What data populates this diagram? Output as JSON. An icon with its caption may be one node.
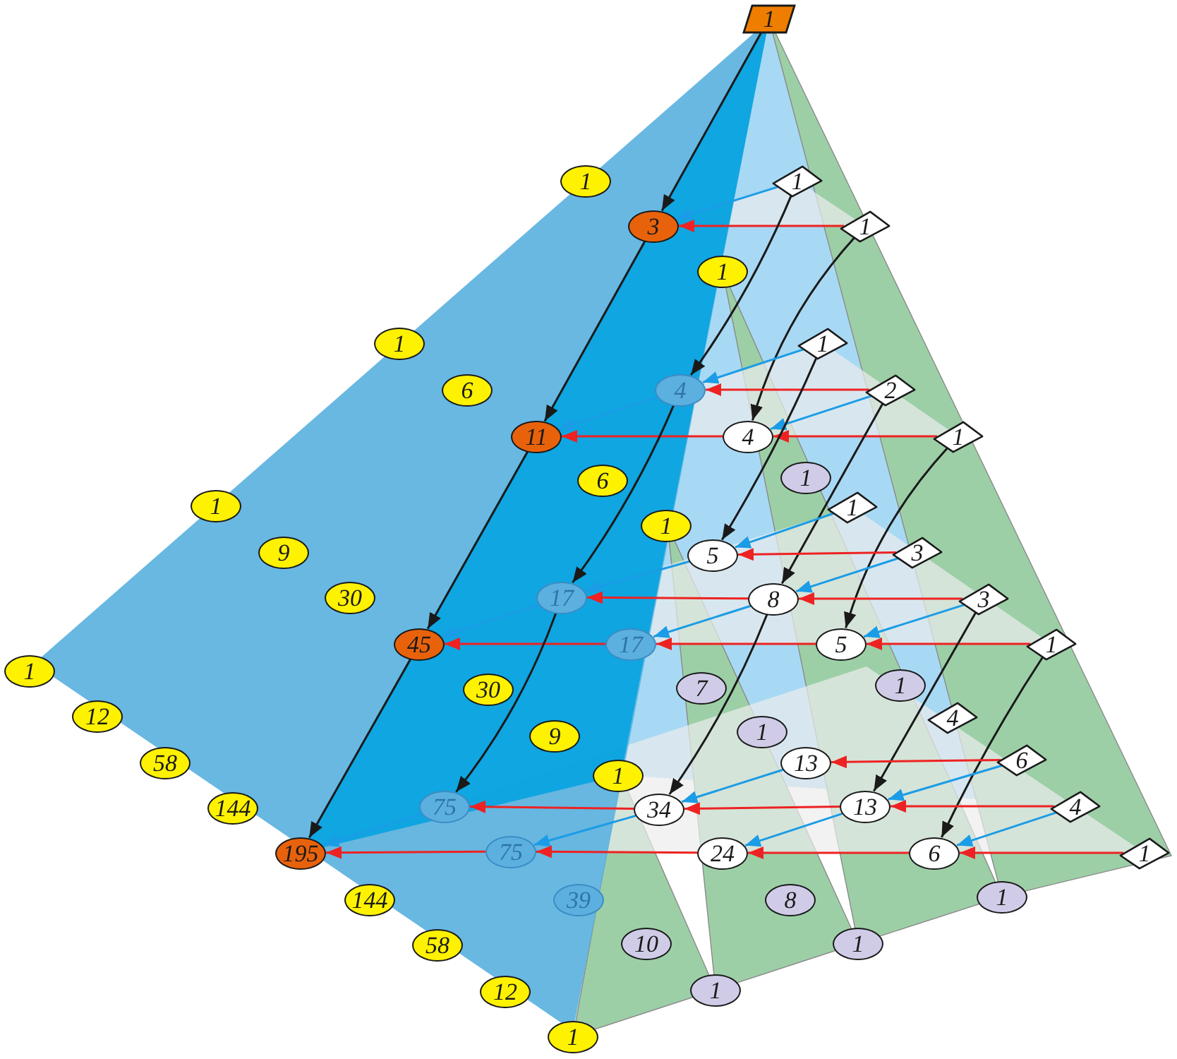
{
  "diagram": {
    "nodes": [
      {
        "text": [
          "1"
        ]
      },
      {
        "text": [
          "1"
        ]
      },
      {
        "text": [
          "1"
        ]
      },
      {
        "text": [
          "3"
        ]
      },
      {
        "text": [
          "1"
        ]
      },
      {
        "text": [
          "1"
        ]
      },
      {
        "text": [
          "1"
        ]
      },
      {
        "text": [
          "1"
        ]
      },
      {
        "text": [
          "6"
        ]
      },
      {
        "text": [
          "4"
        ]
      },
      {
        "text": [
          "2"
        ]
      },
      {
        "text": [
          "11"
        ]
      },
      {
        "text": [
          "4"
        ]
      },
      {
        "text": [
          "1"
        ]
      },
      {
        "text": [
          "6"
        ]
      },
      {
        "text": [
          "1"
        ]
      },
      {
        "text": [
          "1"
        ]
      },
      {
        "text": [
          "1"
        ]
      },
      {
        "text": [
          "1"
        ]
      },
      {
        "text": [
          "9"
        ]
      },
      {
        "text": [
          "5"
        ]
      },
      {
        "text": [
          "3"
        ]
      },
      {
        "text": [
          "17"
        ]
      },
      {
        "text": [
          "30"
        ]
      },
      {
        "text": [
          "8"
        ]
      },
      {
        "text": [
          "3"
        ]
      },
      {
        "text": [
          "45"
        ]
      },
      {
        "text": [
          "17"
        ]
      },
      {
        "text": [
          "5"
        ]
      },
      {
        "text": [
          "1"
        ]
      },
      {
        "text": [
          "1"
        ]
      },
      {
        "text": [
          "7"
        ]
      },
      {
        "text": [
          "30"
        ]
      },
      {
        "text": [
          "1"
        ]
      },
      {
        "text": [
          "4"
        ]
      },
      {
        "text": [
          "12"
        ]
      },
      {
        "text": [
          "1"
        ]
      },
      {
        "text": [
          "9"
        ]
      },
      {
        "text": [
          "13"
        ]
      },
      {
        "text": [
          "6"
        ]
      },
      {
        "text": [
          "58"
        ]
      },
      {
        "text": [
          "1"
        ]
      },
      {
        "text": [
          "144"
        ]
      },
      {
        "text": [
          "75"
        ]
      },
      {
        "text": [
          "34"
        ]
      },
      {
        "text": [
          "13"
        ]
      },
      {
        "text": [
          "4"
        ]
      },
      {
        "text": [
          "195"
        ]
      },
      {
        "text": [
          "75"
        ]
      },
      {
        "text": [
          "24"
        ]
      },
      {
        "text": [
          "6"
        ]
      },
      {
        "text": [
          "1"
        ]
      },
      {
        "text": [
          "144"
        ]
      },
      {
        "text": [
          "39"
        ]
      },
      {
        "text": [
          "8"
        ]
      },
      {
        "text": [
          "1"
        ]
      },
      {
        "text": [
          "58"
        ]
      },
      {
        "text": [
          "10"
        ]
      },
      {
        "text": [
          "1"
        ]
      },
      {
        "text": [
          "12"
        ]
      },
      {
        "text": [
          "1"
        ]
      },
      {
        "text": [
          "1"
        ]
      }
    ],
    "edges": [
      {
        "from": 0,
        "to": 3,
        "arrow": "to",
        "color": "#1a1a1a"
      },
      {
        "from": 3,
        "to": 11,
        "arrow": "to",
        "color": "#1a1a1a"
      },
      {
        "from": 11,
        "to": 26,
        "arrow": "to",
        "color": "#1a1a1a"
      },
      {
        "from": 26,
        "to": 47,
        "arrow": "to",
        "color": "#1a1a1a"
      },
      {
        "from": 2,
        "to": 3,
        "arrow": "to",
        "color": "#1b9ce6"
      },
      {
        "from": 4,
        "to": 3,
        "arrow": "to"
      },
      {
        "from": 2,
        "to": 9,
        "arrow": "to",
        "color": "#1a1a1a"
      },
      {
        "from": 4,
        "to": 12,
        "arrow": "to",
        "color": "#1a1a1a"
      },
      {
        "from": 7,
        "to": 9,
        "arrow": "to",
        "color": "#1b9ce6"
      },
      {
        "from": 10,
        "to": 9,
        "arrow": "to"
      },
      {
        "from": 9,
        "to": 11,
        "arrow": "to",
        "color": "#1b9ce6"
      },
      {
        "from": 10,
        "to": 12,
        "arrow": "to",
        "color": "#1b9ce6"
      },
      {
        "from": 13,
        "to": 12,
        "arrow": "to"
      },
      {
        "from": 12,
        "to": 11,
        "arrow": "to"
      },
      {
        "from": 9,
        "to": 22,
        "arrow": "to",
        "color": "#1a1a1a"
      },
      {
        "from": 7,
        "to": 20,
        "arrow": "to",
        "color": "#1a1a1a"
      },
      {
        "from": 10,
        "to": 24,
        "arrow": "to",
        "color": "#1a1a1a"
      },
      {
        "from": 13,
        "to": 28,
        "arrow": "to",
        "color": "#1a1a1a"
      },
      {
        "from": 16,
        "to": 20,
        "arrow": "to",
        "color": "#1b9ce6"
      },
      {
        "from": 21,
        "to": 20,
        "arrow": "to"
      },
      {
        "from": 20,
        "to": 22,
        "arrow": "to",
        "color": "#1b9ce6"
      },
      {
        "from": 21,
        "to": 24,
        "arrow": "to",
        "color": "#1b9ce6"
      },
      {
        "from": 25,
        "to": 24,
        "arrow": "to"
      },
      {
        "from": 24,
        "to": 22,
        "arrow": "to"
      },
      {
        "from": 22,
        "to": 26,
        "arrow": "to",
        "color": "#1b9ce6"
      },
      {
        "from": 24,
        "to": 27,
        "arrow": "to",
        "color": "#1b9ce6"
      },
      {
        "from": 25,
        "to": 28,
        "arrow": "to",
        "color": "#1b9ce6"
      },
      {
        "from": 29,
        "to": 28,
        "arrow": "to"
      },
      {
        "from": 28,
        "to": 27,
        "arrow": "to"
      },
      {
        "from": 27,
        "to": 26,
        "arrow": "to"
      },
      {
        "from": 22,
        "to": 43,
        "arrow": "to",
        "color": "#1a1a1a"
      },
      {
        "from": 24,
        "to": 44,
        "arrow": "to",
        "color": "#1a1a1a"
      },
      {
        "from": 25,
        "to": 45,
        "arrow": "to",
        "color": "#1a1a1a"
      },
      {
        "from": 29,
        "to": 50,
        "arrow": "to",
        "color": "#1a1a1a"
      },
      {
        "from": 39,
        "to": 38,
        "arrow": "to"
      },
      {
        "from": 38,
        "to": 44,
        "arrow": "to",
        "color": "#1b9ce6"
      },
      {
        "from": 39,
        "to": 45,
        "arrow": "to",
        "color": "#1b9ce6"
      },
      {
        "from": 46,
        "to": 45,
        "arrow": "to"
      },
      {
        "from": 45,
        "to": 44,
        "arrow": "to"
      },
      {
        "from": 44,
        "to": 43,
        "arrow": "to"
      },
      {
        "from": 43,
        "to": 47,
        "arrow": "to",
        "color": "#1b9ce6"
      },
      {
        "from": 45,
        "to": 49,
        "arrow": "to",
        "color": "#1b9ce6"
      },
      {
        "from": 44,
        "to": 48,
        "arrow": "to",
        "color": "#1b9ce6"
      },
      {
        "from": 46,
        "to": 50,
        "arrow": "to",
        "color": "#1b9ce6"
      },
      {
        "from": 51,
        "to": 50,
        "arrow": "to"
      },
      {
        "from": 50,
        "to": 49,
        "arrow": "to"
      },
      {
        "from": 49,
        "to": 48,
        "arrow": "to"
      },
      {
        "from": 48,
        "to": 47,
        "arrow": "to"
      }
    ]
  }
}
